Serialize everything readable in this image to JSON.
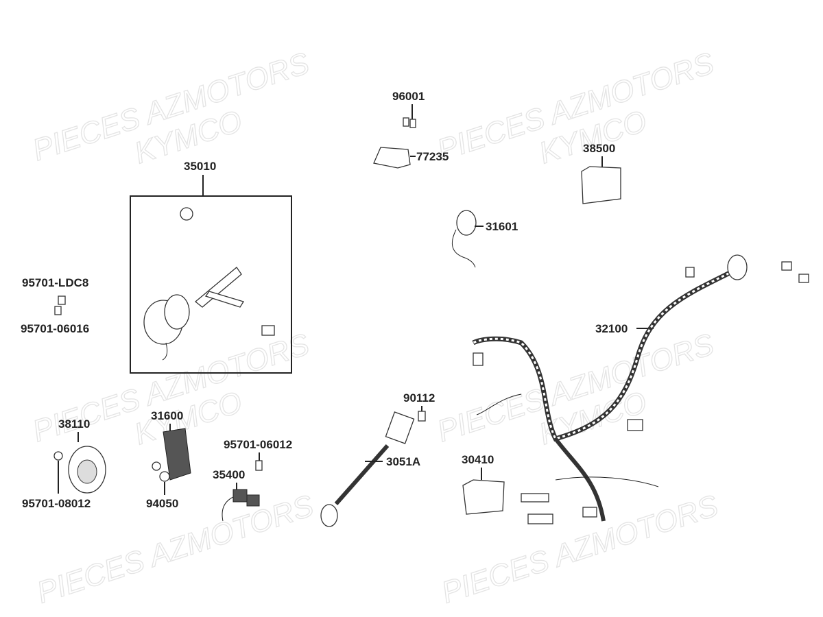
{
  "watermark": {
    "line1": "PIECES AZMOTORS",
    "line2": "KYMCO"
  },
  "parts": {
    "p96001": "96001",
    "p77235": "77235",
    "p38500": "38500",
    "p35010": "35010",
    "p31601": "31601",
    "p95701_LDC8": "95701-LDC8",
    "p95701_06016": "95701-06016",
    "p32100": "32100",
    "p90112": "90112",
    "p38110": "38110",
    "p31600": "31600",
    "p95701_06012": "95701-06012",
    "p3051A": "3051A",
    "p30410": "30410",
    "p35400": "35400",
    "p95701_08012": "95701-08012",
    "p94050": "94050"
  }
}
